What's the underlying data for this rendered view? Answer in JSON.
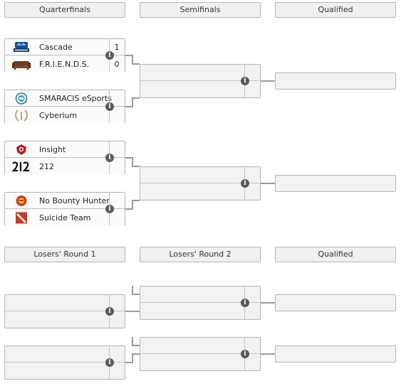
{
  "headers": {
    "quarterfinals": "Quarterfinals",
    "semifinals": "Semifinals",
    "qualified_upper": "Qualified",
    "losers_round_1": "Losers' Round 1",
    "losers_round_2": "Losers' Round 2",
    "qualified_lower": "Qualified"
  },
  "info_glyph": "i",
  "upper_bracket": {
    "quarterfinals": [
      {
        "team1": {
          "name": "Cascade",
          "score": "1"
        },
        "team2": {
          "name": "F.R.I.E.N.D.S.",
          "score": "0"
        }
      },
      {
        "team1": {
          "name": "SMARACIS eSports",
          "score": ""
        },
        "team2": {
          "name": "Cyberium",
          "score": ""
        }
      },
      {
        "team1": {
          "name": "Insight",
          "score": ""
        },
        "team2": {
          "name": "212",
          "score": ""
        }
      },
      {
        "team1": {
          "name": "No Bounty Hunter",
          "score": ""
        },
        "team2": {
          "name": "Suicide Team",
          "score": ""
        }
      }
    ]
  },
  "logo_icons": [
    "cascade-logo-icon",
    "friends-logo-icon",
    "smaracis-logo-icon",
    "cyberium-logo-icon",
    "insight-logo-icon",
    "212-logo-icon",
    "no-bounty-hunter-logo-icon",
    "suicide-team-logo-icon"
  ],
  "colors": {
    "header_bg": "#f0f0f0",
    "border": "#b4b4b4",
    "line": "#9a9a9a",
    "info_icon": "#5a5a5a"
  }
}
